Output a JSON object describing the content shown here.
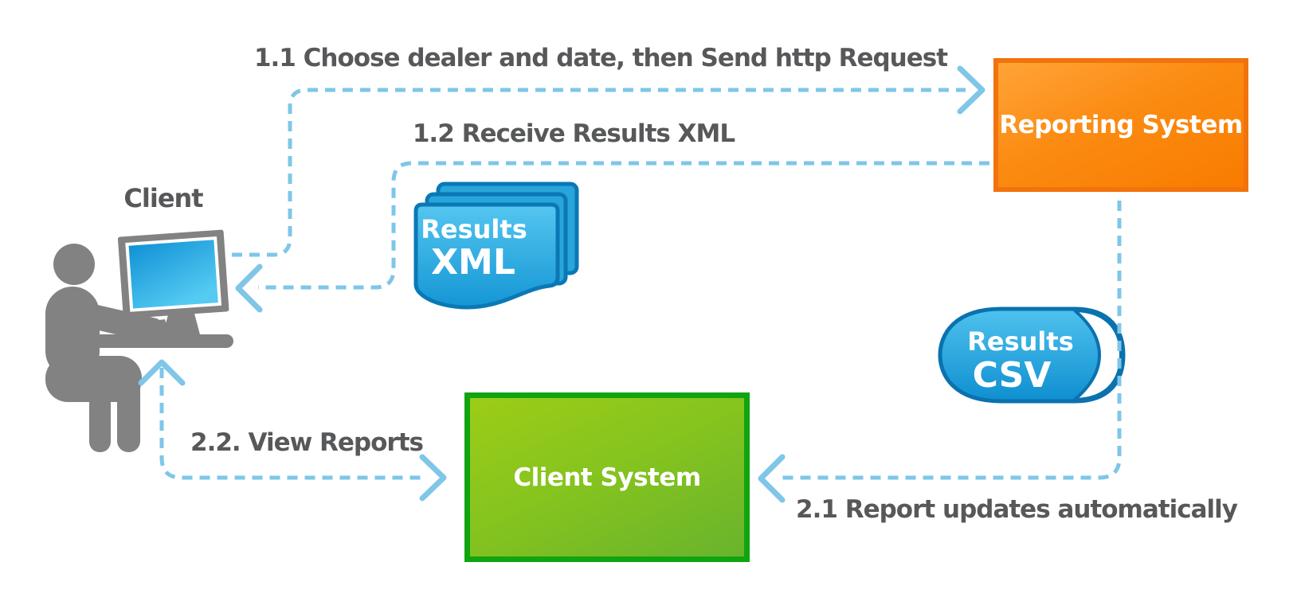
{
  "diagram": {
    "type": "flow-diagram",
    "background": "#ffffff"
  },
  "nodes": {
    "client": {
      "label": "Client",
      "kind": "actor-at-workstation"
    },
    "reporting_system": {
      "label": "Reporting System",
      "kind": "system-box"
    },
    "client_system": {
      "label": "Client System",
      "kind": "system-box"
    },
    "results_xml": {
      "line1": "Results",
      "line2": "XML",
      "kind": "document-stack"
    },
    "results_csv": {
      "line1": "Results",
      "line2": "CSV",
      "kind": "rolled-document"
    }
  },
  "flows": [
    {
      "step": "1.1",
      "label": "1.1 Choose dealer and date, then Send http Request",
      "from": "client",
      "to": "reporting_system"
    },
    {
      "step": "1.2",
      "label": "1.2 Receive Results XML",
      "from": "reporting_system",
      "to": "client"
    },
    {
      "step": "2.1",
      "label": "2.1 Report updates automatically",
      "from": "reporting_system",
      "to": "client_system"
    },
    {
      "step": "2.2",
      "label": "2.2. View Reports",
      "from": "client",
      "to": "client_system"
    }
  ],
  "colors": {
    "arrow_blue": "#7fc6e8",
    "label_text": "#57585a",
    "figure_gray": "#828282",
    "reporting_border": "#f2720c",
    "reporting_fill_top": "#ffa438",
    "reporting_fill_bottom": "#f87c00",
    "client_system_border": "#10a410",
    "client_system_fill_top": "#9ccd17",
    "client_system_fill_bottom": "#69b42d",
    "document_blue_light": "#55c6f0",
    "document_blue_dark": "#1496d4",
    "document_border": "#0b78b6",
    "screen_blue_top": "#1191d6",
    "screen_blue_bottom": "#55cbf2"
  }
}
